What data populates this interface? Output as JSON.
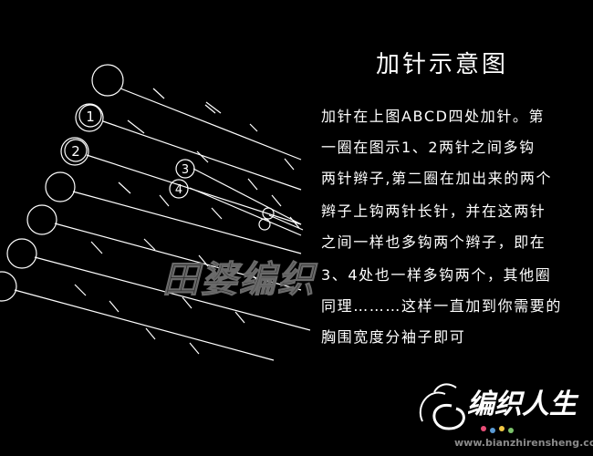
{
  "title": "加针示意图",
  "description_lines": [
    "加针在上图ABCD四处加针。第",
    "一圈在图示1、2两针之间多钩",
    "两针辫子,第二圈在加出来的两个",
    "辫子上钩两针长针，并在这两针",
    "之间一样也多钩两个辫子，即在",
    "3、4处也一样多钩两个，其他圈",
    "同理………这样一直加到你需要的",
    "胸围宽度分袖子即可"
  ],
  "labels": [
    "1",
    "2",
    "3",
    "4"
  ],
  "watermark": "田婆编织",
  "logo": "编织人生",
  "url": "www.bianzhirensheng.com",
  "colors": {
    "background": "#000000",
    "lines": "#ffffff",
    "watermark": "#6a6a6a",
    "url": "#8a8a8a"
  }
}
